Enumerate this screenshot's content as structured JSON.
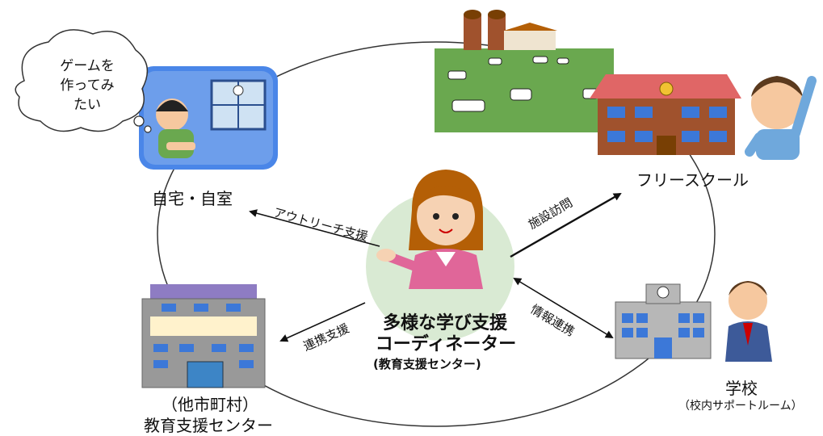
{
  "center": {
    "title_line1": "多様な学び支援",
    "title_line2": "コーディネーター",
    "subtitle": "(教育支援センター)"
  },
  "nodes": {
    "home": {
      "label": "自宅・自室",
      "thought_lines": [
        "ゲームを",
        "作ってみ",
        "たい"
      ]
    },
    "free_school": {
      "label": "フリースクール"
    },
    "school": {
      "label": "学校",
      "sublabel": "（校内サポートルーム）"
    },
    "other_center": {
      "label_line1": "（他市町村）",
      "label_line2": "教育支援センター"
    }
  },
  "edges": {
    "outreach": "アウトリーチ支援",
    "facility_visit": "施設訪問",
    "info_link": "情報連携",
    "cooperation": "連携支援"
  },
  "colors": {
    "ring": "#333333",
    "arrow": "#111111",
    "coordinator_halo": "#d9ead3",
    "pasture": "#6aa84f",
    "school_wall": "#b7b7b7",
    "school_windows": "#3c78d8",
    "free_school_roof": "#e06666",
    "free_school_wall": "#a0522d",
    "home_bg": "#4a86e8",
    "building_gray": "#999999",
    "banner": "#fff2cc"
  },
  "icons": {
    "home": "child-in-room-icon",
    "free_school": "farm-and-schoolhouse-icon",
    "school": "school-building-icon",
    "other_center": "office-building-icon",
    "coordinator": "coordinator-woman-icon"
  }
}
